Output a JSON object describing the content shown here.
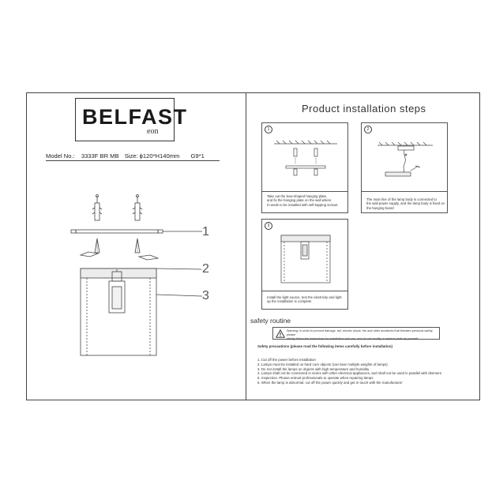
{
  "brand": {
    "name": "BELFAST",
    "sub": "eon"
  },
  "model": {
    "label": "Model No.:",
    "number": "3333F BR MB",
    "size": "Size: ϕ120*H140mm",
    "bulb": "G9*1"
  },
  "title": "Product installation steps",
  "callouts": [
    "1",
    "2",
    "3"
  ],
  "steps": [
    {
      "num": "1",
      "lines": [
        "Take out the bow-shaped hanging plate,",
        "and fix the hanging plate on the wall where",
        "it needs to be installed with self-tapping screws"
      ]
    },
    {
      "num": "2",
      "lines": [
        "The main line of the lamp body is connected to",
        "the wall power supply, and the lamp body is fixed on",
        "the hanging board"
      ]
    },
    {
      "num": "3",
      "lines": [
        "Install the light source, test the electricity and light",
        "up the installation is complete"
      ]
    }
  ],
  "safety": {
    "title": "safety routine",
    "warning_lines": [
      "Warning: in order to prevent damage, fall, electric shock, fire and other accidents that threaten personal safety, please",
      "strictly follow the instructions for installation and use, and do not modify or replace parts by yourself."
    ],
    "precautions": "Safety precautions (please read the following items carefully before installation)",
    "rules": [
      "1. Cut off the power before installation",
      "2. Lamps must be installed on hard core objects (can bear multiple weights of lamps)",
      "3. Do not install the lamps on objects with high temperature and humidity",
      "4. Lamps shall not be connected in series with other electrical appliances, and shall not be used in parallel with dimmers",
      "5. Inspection. Please entrust professionals to operate when repairing lamps",
      "6. When the lamp is abnormal, cut off the power quickly and get in touch with the manufacturer"
    ]
  }
}
